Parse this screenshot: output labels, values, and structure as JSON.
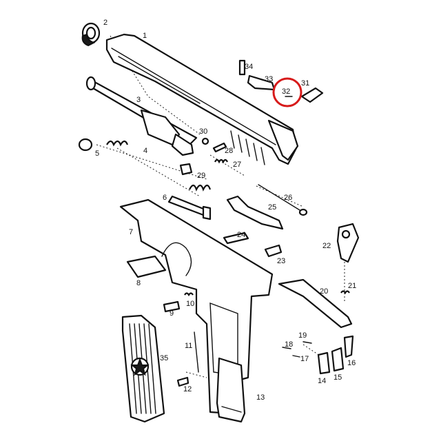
{
  "diagram": {
    "highlight_color": "#d71a1a",
    "line_color": "#111111",
    "labels": [
      "1",
      "2",
      "3",
      "4",
      "5",
      "6",
      "7",
      "8",
      "9",
      "10",
      "11",
      "12",
      "13",
      "14",
      "15",
      "16",
      "17",
      "18",
      "19",
      "20",
      "21",
      "22",
      "23",
      "24",
      "25",
      "26",
      "27",
      "28",
      "29",
      "30",
      "31",
      "32",
      "33",
      "34",
      "35"
    ],
    "highlighted_part": "32"
  }
}
